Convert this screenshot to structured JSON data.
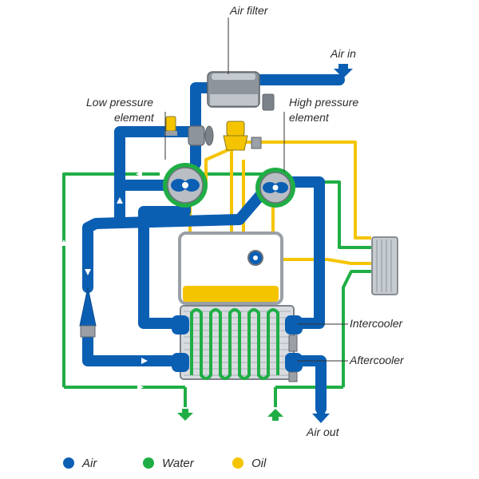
{
  "labels": {
    "air_filter": "Air filter",
    "air_in": "Air in",
    "low_pressure_line1": "Low pressure",
    "low_pressure_line2": "element",
    "high_pressure_line1": "High pressure",
    "high_pressure_line2": "element",
    "intercooler": "Intercooler",
    "aftercooler": "Aftercooler",
    "air_out": "Air out"
  },
  "legend": [
    {
      "label": "Air",
      "color": "#0b5fb3"
    },
    {
      "label": "Water",
      "color": "#1fae45"
    },
    {
      "label": "Oil",
      "color": "#f5c400"
    }
  ],
  "colors": {
    "air": "#0b5fb3",
    "water": "#1fae45",
    "oil": "#f5c400",
    "metal": "#9aa0a6"
  },
  "icons": [
    "air-in-arrow-icon",
    "air-out-arrow-icon",
    "water-drain-arrow-icon",
    "water-inlet-arrow-icon"
  ]
}
